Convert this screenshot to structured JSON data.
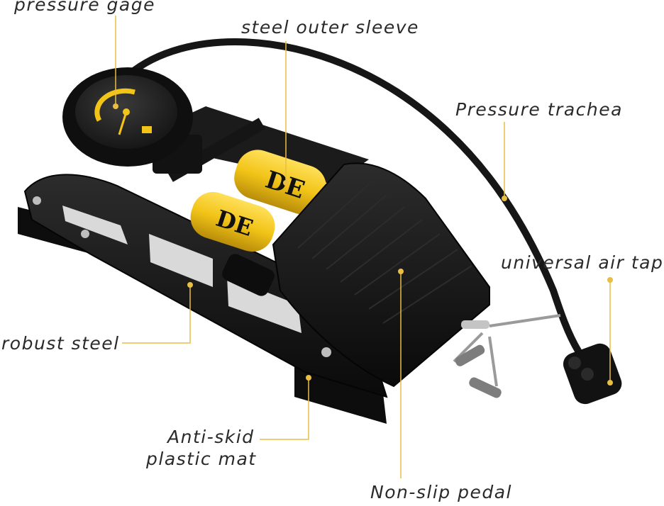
{
  "image": {
    "subject": "double-cylinder foot air pump",
    "colors": {
      "body": "#141414",
      "cylinder": "#f2c418",
      "leader": "#e9be43",
      "label_text": "#2a2a2a",
      "background": "#ffffff"
    }
  },
  "labels": {
    "pressure_gage": "pressure gage",
    "steel_outer_sleeve": "steel outer sleeve",
    "pressure_trachea": "Pressure trachea",
    "universal_air_tap": "universal air tap",
    "robust_steel": "robust steel",
    "anti_skid_line1": "Anti-skid",
    "anti_skid_line2": "plastic mat",
    "non_slip_pedal": "Non-slip pedal"
  }
}
